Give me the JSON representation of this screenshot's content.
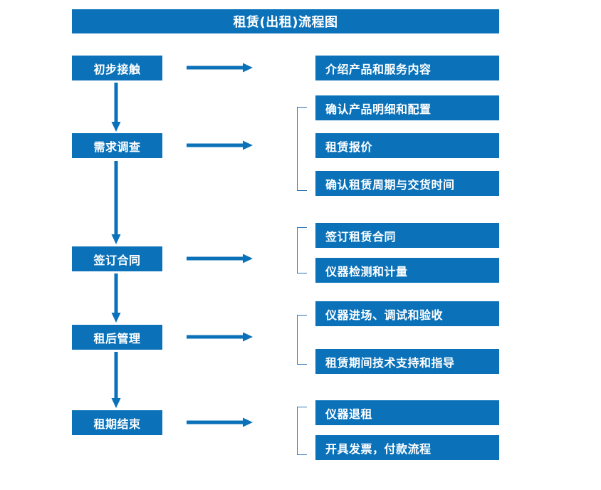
{
  "diagram": {
    "title": "租赁(出租)流程图",
    "accent_color": "#0B72B9",
    "bracket_color": "#2E75B6",
    "arrow_color": "#0B72B9",
    "text_color": "#FFFFFF",
    "background_color": "#FFFFFF",
    "type": "flowchart",
    "orientation": "vertical-stages-with-right-details",
    "stages": [
      {
        "id": "stage-1",
        "label": "初步接触",
        "arrow_icon": "right-arrow-icon",
        "has_bracket": false,
        "details": [
          {
            "label": "介绍产品和服务内容"
          }
        ]
      },
      {
        "id": "stage-2",
        "label": "需求调查",
        "arrow_icon": "right-arrow-icon",
        "has_bracket": true,
        "details": [
          {
            "label": "确认产品明细和配置"
          },
          {
            "label": "租赁报价"
          },
          {
            "label": "确认租赁周期与交货时间"
          }
        ]
      },
      {
        "id": "stage-3",
        "label": "签订合同",
        "arrow_icon": "right-arrow-icon",
        "has_bracket": true,
        "details": [
          {
            "label": "签订租赁合同"
          },
          {
            "label": "仪器检测和计量"
          }
        ]
      },
      {
        "id": "stage-4",
        "label": "租后管理",
        "arrow_icon": "right-arrow-icon",
        "has_bracket": true,
        "details": [
          {
            "label": "仪器进场、调试和验收"
          },
          {
            "label": "租赁期间技术支持和指导"
          }
        ]
      },
      {
        "id": "stage-5",
        "label": "租期结束",
        "arrow_icon": "right-arrow-icon",
        "has_bracket": true,
        "details": [
          {
            "label": "仪器退租"
          },
          {
            "label": "开具发票，付款流程"
          }
        ]
      }
    ],
    "stage_connectors": [
      {
        "from": "初步接触",
        "to": "需求调查",
        "icon": "down-arrow-icon"
      },
      {
        "from": "需求调查",
        "to": "签订合同",
        "icon": "down-arrow-icon"
      },
      {
        "from": "签订合同",
        "to": "租后管理",
        "icon": "down-arrow-icon"
      },
      {
        "from": "租后管理",
        "to": "租期结束",
        "icon": "down-arrow-icon"
      }
    ]
  }
}
